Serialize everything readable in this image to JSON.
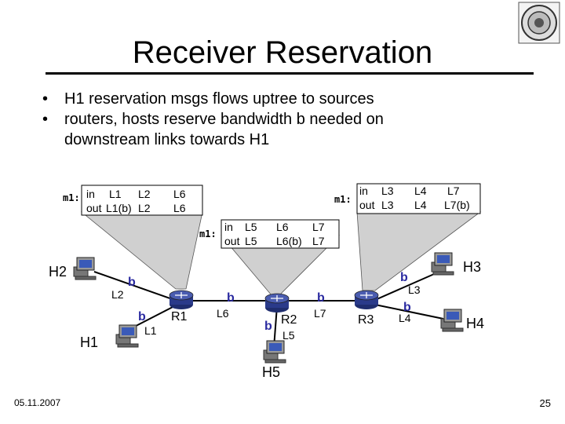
{
  "title": "Receiver Reservation",
  "bullets": [
    "H1 reservation msgs flows uptree to sources",
    "routers, hosts reserve bandwidth b needed on",
    "downstream links towards H1"
  ],
  "footer": {
    "date": "05.11.2007",
    "page": "25"
  },
  "tables": {
    "r1": {
      "name": "m1:",
      "row1": [
        "in",
        "L1",
        "L2",
        "L6"
      ],
      "row2": [
        "out",
        "L1(b)",
        "L2",
        "L6"
      ]
    },
    "r2": {
      "name": "m1:",
      "row1": [
        "in",
        "L5",
        "L6",
        "L7"
      ],
      "row2": [
        "out",
        "L5",
        "L6(b)",
        "L7"
      ]
    },
    "r3": {
      "name": "m1:",
      "row1": [
        "in",
        "L3",
        "L4",
        "L7"
      ],
      "row2": [
        "out",
        "L3",
        "L4",
        "L7(b)"
      ]
    }
  },
  "network": {
    "hosts": {
      "h1": "H1",
      "h2": "H2",
      "h3": "H3",
      "h4": "H4",
      "h5": "H5"
    },
    "routers": {
      "r1": "R1",
      "r2": "R2",
      "r3": "R3"
    },
    "links": {
      "l1": "L1",
      "l2": "L2",
      "l3": "L3",
      "l4": "L4",
      "l5": "L5",
      "l6": "L6",
      "l7": "L7"
    },
    "bandwidth_marker": "b"
  },
  "colors": {
    "router": "#2a3a8a",
    "host_screen": "#3a5ab8",
    "bandwidth_marker": "#2a2aa0"
  }
}
